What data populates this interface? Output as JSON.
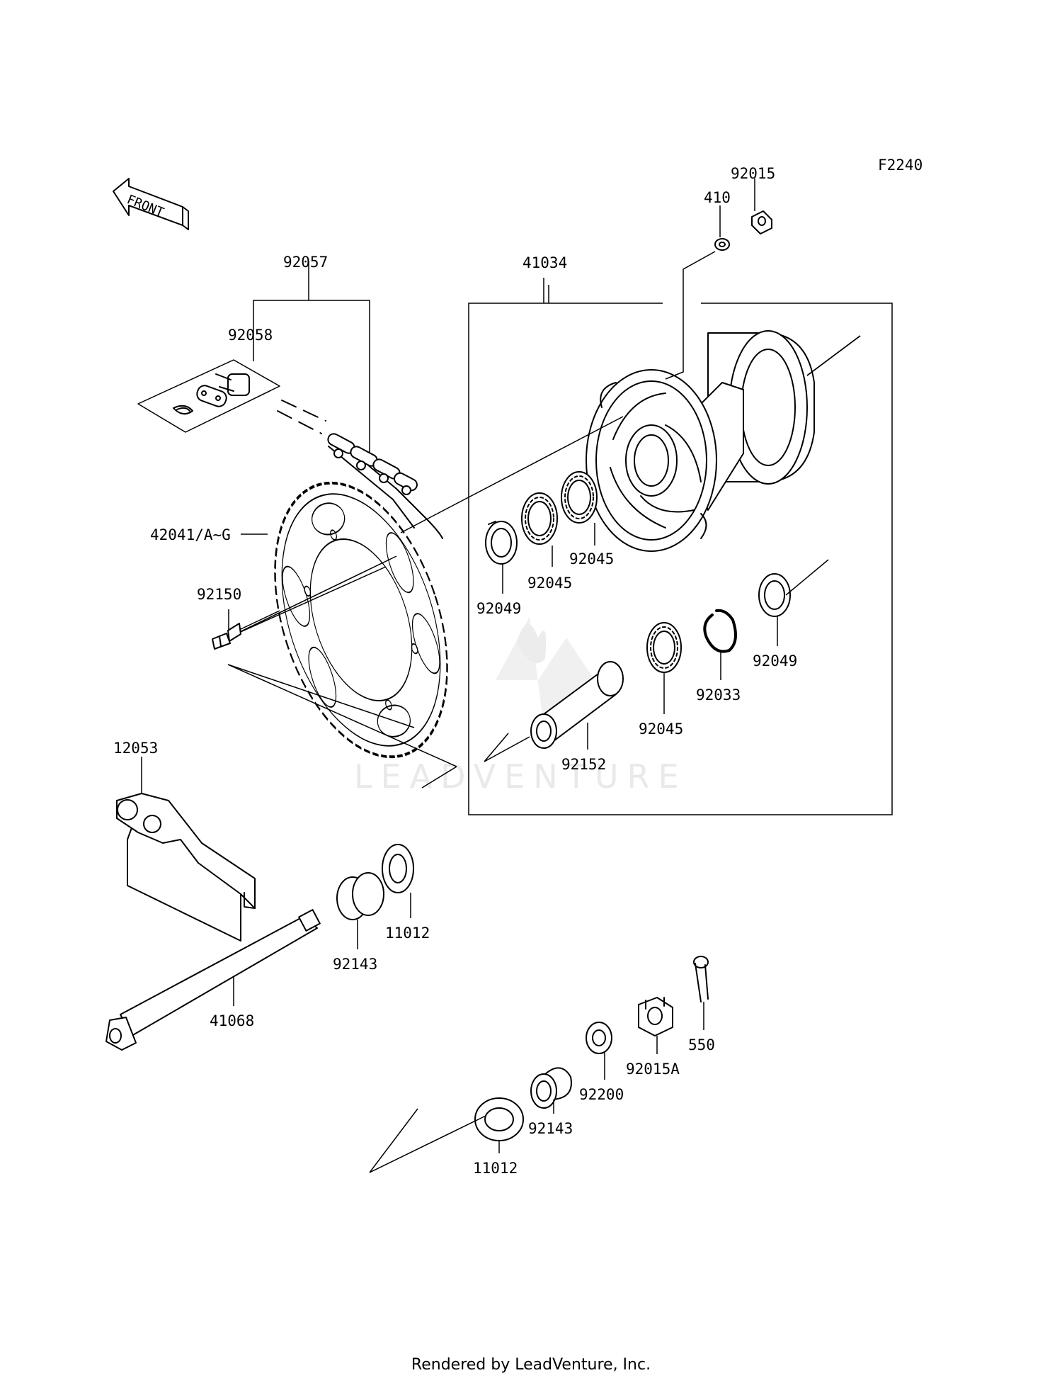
{
  "diagram_code": "F2240",
  "front_label": "FRONT",
  "watermark": "LEADVENTURE",
  "footer": "Rendered by LeadVenture, Inc.",
  "labels": {
    "p92015": "92015",
    "p410": "410",
    "p92057": "92057",
    "p41034": "41034",
    "p92058": "92058",
    "p42041": "42041/A~G",
    "p92150": "92150",
    "p92045a": "92045",
    "p92045b": "92045",
    "p92049a": "92049",
    "p92049b": "92049",
    "p92033": "92033",
    "p92045c": "92045",
    "p92152": "92152",
    "p12053": "12053",
    "p11012a": "11012",
    "p92143a": "92143",
    "p41068": "41068",
    "p550": "550",
    "p92015A": "92015A",
    "p92200": "92200",
    "p92143b": "92143",
    "p11012b": "11012"
  }
}
